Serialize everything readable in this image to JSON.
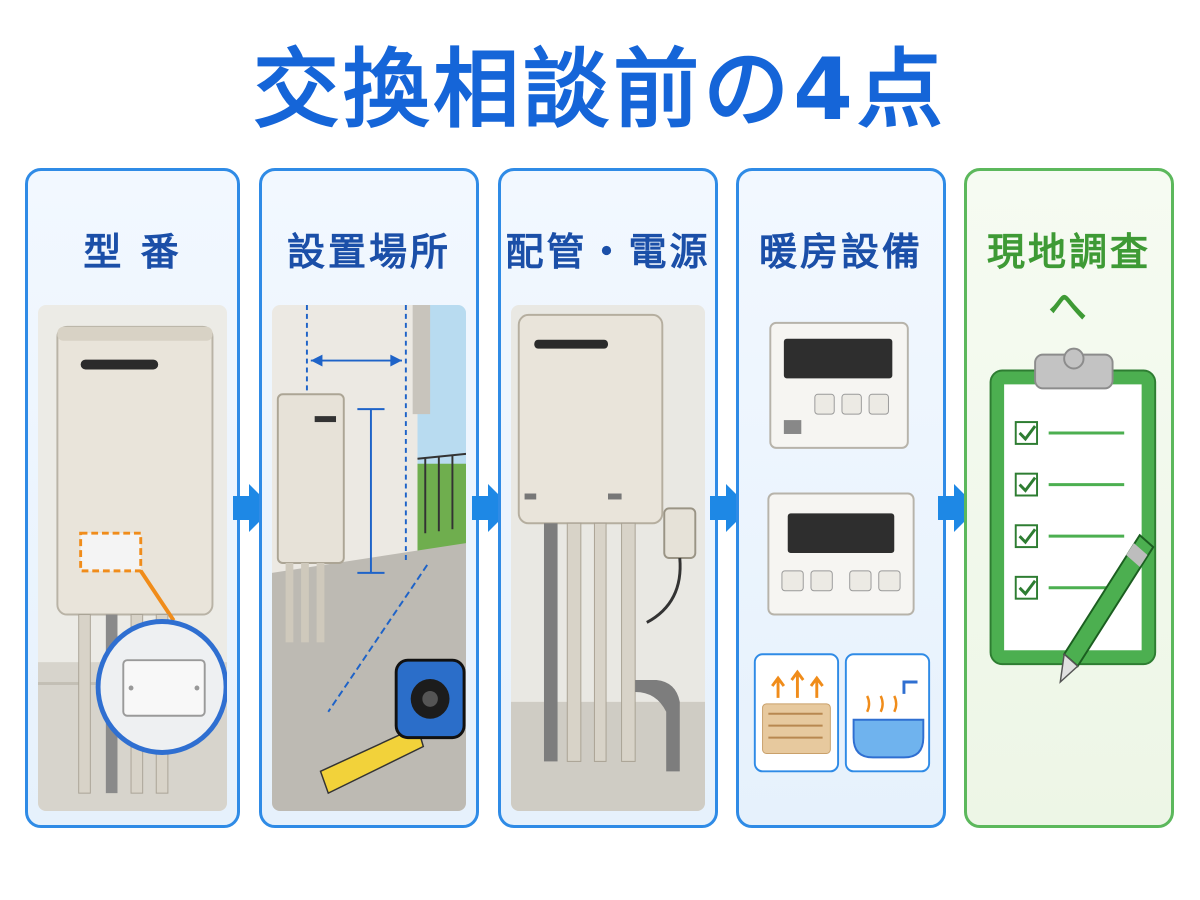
{
  "title": "交換相談前の4点",
  "panels": [
    {
      "label": "型 番"
    },
    {
      "label": "設置場所"
    },
    {
      "label": "配管・電源"
    },
    {
      "label": "暖房設備"
    },
    {
      "label": "現地調査へ"
    }
  ],
  "colors": {
    "title": "#1565d8",
    "panel_border": "#2f8be6",
    "arrow": "#1e88e5",
    "final_border": "#5cb85c",
    "final_label": "#3e9a35",
    "highlight": "#f08c1a"
  },
  "icons": [
    "water-heater-icon",
    "tape-measure-icon",
    "pipe-icon",
    "outlet-icon",
    "remote-controller-icon",
    "floor-heating-icon",
    "bathtub-icon",
    "clipboard-checklist-icon",
    "pen-icon",
    "check-icon"
  ]
}
